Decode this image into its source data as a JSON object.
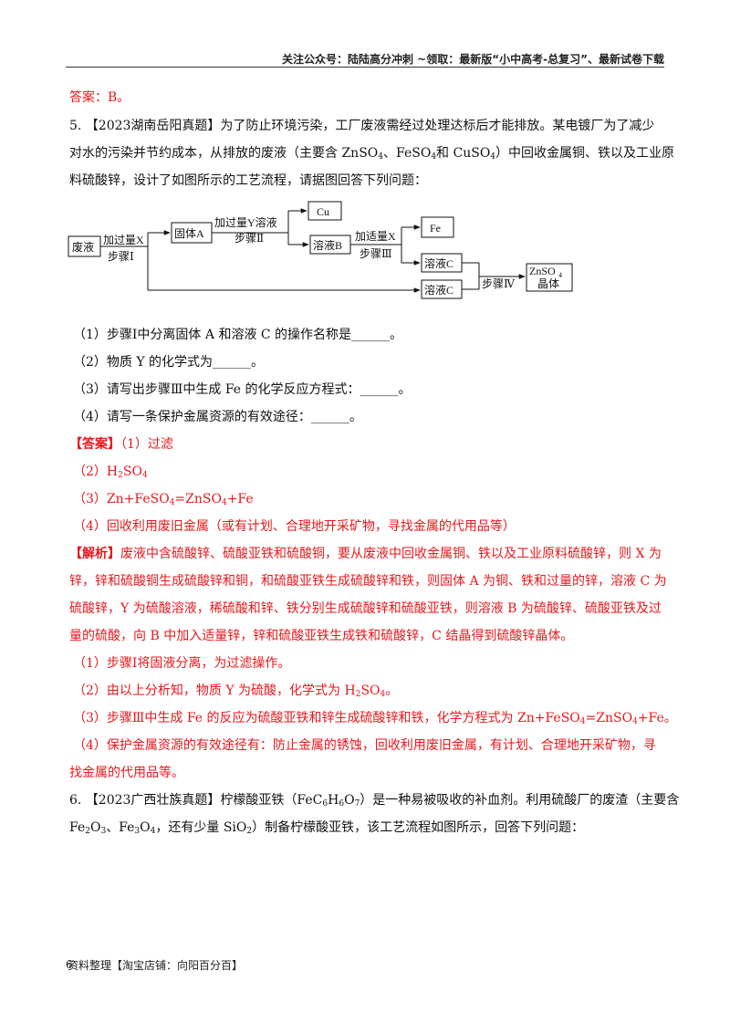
{
  "header": {
    "text": "关注公众号：陆陆高分冲刺 ~领取：最新版“小中高考-总复习”、最新试卷下载"
  },
  "prev_answer": "答案：B。",
  "q5": {
    "stem_l1": "5. 【2023湖南岳阳真题】为了防止环境污染，工厂废液需经过处理达标后才能排放。某电镀厂为了减少",
    "stem_l2_a": "对水的污染并节约成本，从排放的废液（主要含 ZnSO",
    "stem_l2_b": "、FeSO",
    "stem_l2_c": "和 CuSO",
    "stem_l2_d": "）中回收金属铜、铁以及工业原",
    "stem_l3": "料硫酸锌，设计了如图所示的工艺流程，请据图回答下列问题：",
    "sub4": "4",
    "flow": {
      "waste": "废液",
      "add_x": "加过量X",
      "step1": "步骤Ⅰ",
      "solid_a": "固体A",
      "add_y": "加过量Y溶液",
      "step2": "步骤Ⅱ",
      "cu": "Cu",
      "sol_b": "溶液B",
      "add_x2": "加适量X",
      "step3": "步骤Ⅲ",
      "fe": "Fe",
      "sol_c1": "溶液C",
      "sol_c2": "溶液C",
      "step4": "步骤Ⅳ",
      "znso4_a": "ZnSO",
      "znso4_sub": "4",
      "crystal": "晶体"
    },
    "q1": "（1）步骤Ⅰ中分离固体 A 和溶液 C 的操作名称是______。",
    "q2": "（2）物质 Y 的化学式为______。",
    "q3": "（3）请写出步骤Ⅲ中生成 Fe 的化学反应方程式：______。",
    "q4": "（4）请写一条保护金属资源的有效途径：______。",
    "ans_label": "【答案】",
    "ans1": "（1）过滤",
    "ans2_a": "（2）H",
    "ans2_b": "SO",
    "ans3_a": "（3）Zn+FeSO",
    "ans3_b": "=ZnSO",
    "ans3_c": "+Fe",
    "ans4": "（4）回收利用废旧金属（或有计划、合理地开采矿物，寻找金属的代用品等）",
    "exp_label": "【解析】",
    "exp_l1": "废液中含硫酸锌、硫酸亚铁和硫酸铜，要从废液中回收金属铜、铁以及工业原料硫酸锌，则 X 为",
    "exp_l2": "锌，锌和硫酸铜生成硫酸锌和铜，和硫酸亚铁生成硫酸锌和铁，则固体 A 为铜、铁和过量的锌，溶液 C 为",
    "exp_l3": "硫酸锌，Y 为硫酸溶液，稀硫酸和锌、铁分别生成硫酸锌和硫酸亚铁，则溶液 B 为硫酸锌、硫酸亚铁及过",
    "exp_l4": "量的硫酸，向 B 中加入适量锌，锌和硫酸亚铁生成铁和硫酸锌，C 结晶得到硫酸锌晶体。",
    "exp_1": "（1）步骤Ⅰ将固液分离，为过滤操作。",
    "exp_2_a": "（2）由以上分析知，物质 Y 为硫酸，化学式为 H",
    "exp_2_b": "SO",
    "exp_2_c": "。",
    "exp_3_a": "（3）步骤Ⅲ中生成 Fe 的反应为硫酸亚铁和锌生成硫酸锌和铁，化学方程式为 Zn+FeSO",
    "exp_3_b": "=ZnSO",
    "exp_3_c": "+Fe。",
    "exp_4_l1": "（4）保护金属资源的有效途径有：防止金属的锈蚀，回收利用废旧金属，有计划、合理地开采矿物，寻",
    "exp_4_l2": "找金属的代用品等。",
    "sub2": "2"
  },
  "q6": {
    "l1_a": "6. 【2023广西壮族真题】柠檬酸亚铁（FeC",
    "l1_b": "H",
    "l1_c": "O",
    "l1_d": "）是一种易被吸收的补血剂。利用硫酸厂的废渣（主要含",
    "s6": "6",
    "s7": "7",
    "l2_a": "Fe",
    "l2_b": "O",
    "l2_c": "、Fe",
    "l2_d": "O",
    "l2_e": "，还有少量 SiO",
    "l2_f": "）制备柠檬酸亚铁，该工艺流程如图所示，回答下列问题：",
    "s2": "2",
    "s3": "3",
    "s4": "4"
  },
  "footer": {
    "num": "6",
    "text": "资料整理【淘宝店铺：向阳百分百】"
  }
}
